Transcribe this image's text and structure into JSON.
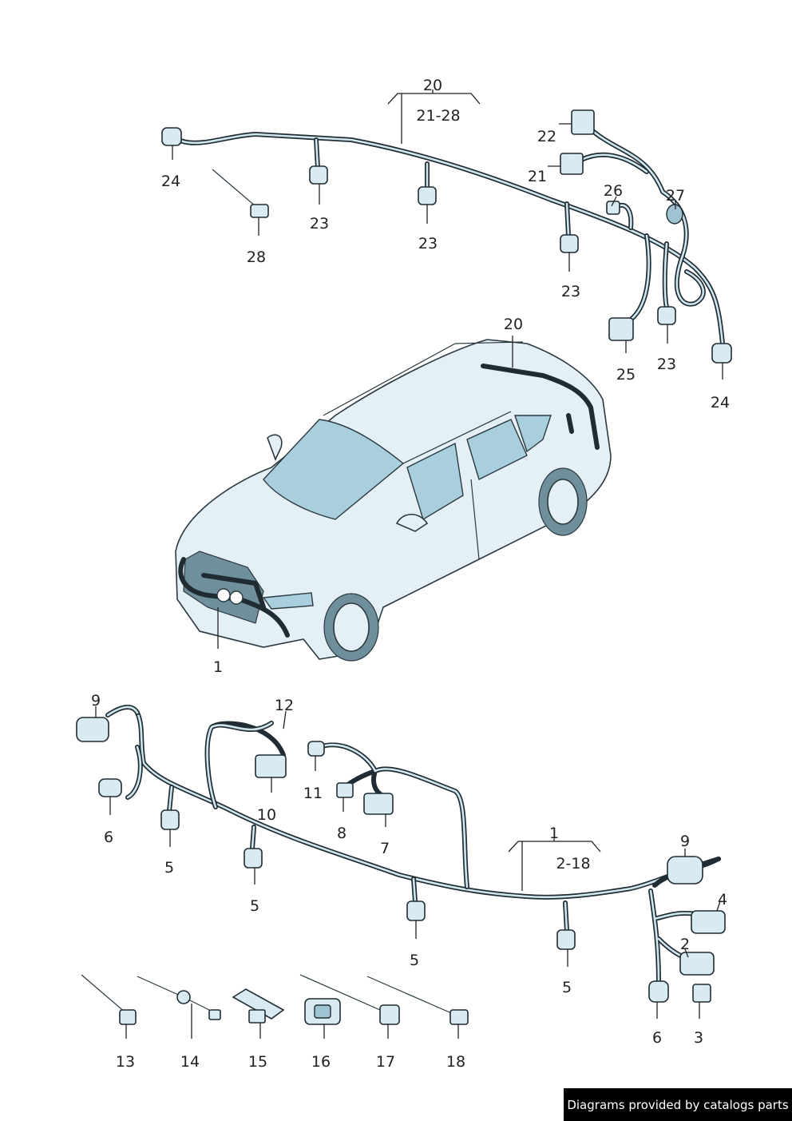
{
  "labels": {
    "l1": "1",
    "l2": "2",
    "l3": "3",
    "l4": "4",
    "l5a": "5",
    "l5b": "5",
    "l5c": "5",
    "l5d": "5",
    "l6a": "6",
    "l6b": "6",
    "l7": "7",
    "l8": "8",
    "l9a": "9",
    "l9b": "9",
    "l10": "10",
    "l11": "11",
    "l12": "12",
    "l13": "13",
    "l14": "14",
    "l15": "15",
    "l16": "16",
    "l17": "17",
    "l18": "18",
    "l1grp": "1",
    "l2_18": "2-18",
    "l20a": "20",
    "l20b": "20",
    "l21_28": "21-28",
    "l21": "21",
    "l22": "22",
    "l23a": "23",
    "l23b": "23",
    "l23c": "23",
    "l23d": "23",
    "l24a": "24",
    "l24b": "24",
    "l25": "25",
    "l26": "26",
    "l27": "27",
    "l28": "28"
  },
  "footer": {
    "text": "Diagrams provided by catalogs parts"
  },
  "colors": {
    "wire": "#1f2c33",
    "part_fill": "#d9ebf2",
    "glass": "#a9cedd",
    "footer_bg": "#000000"
  }
}
